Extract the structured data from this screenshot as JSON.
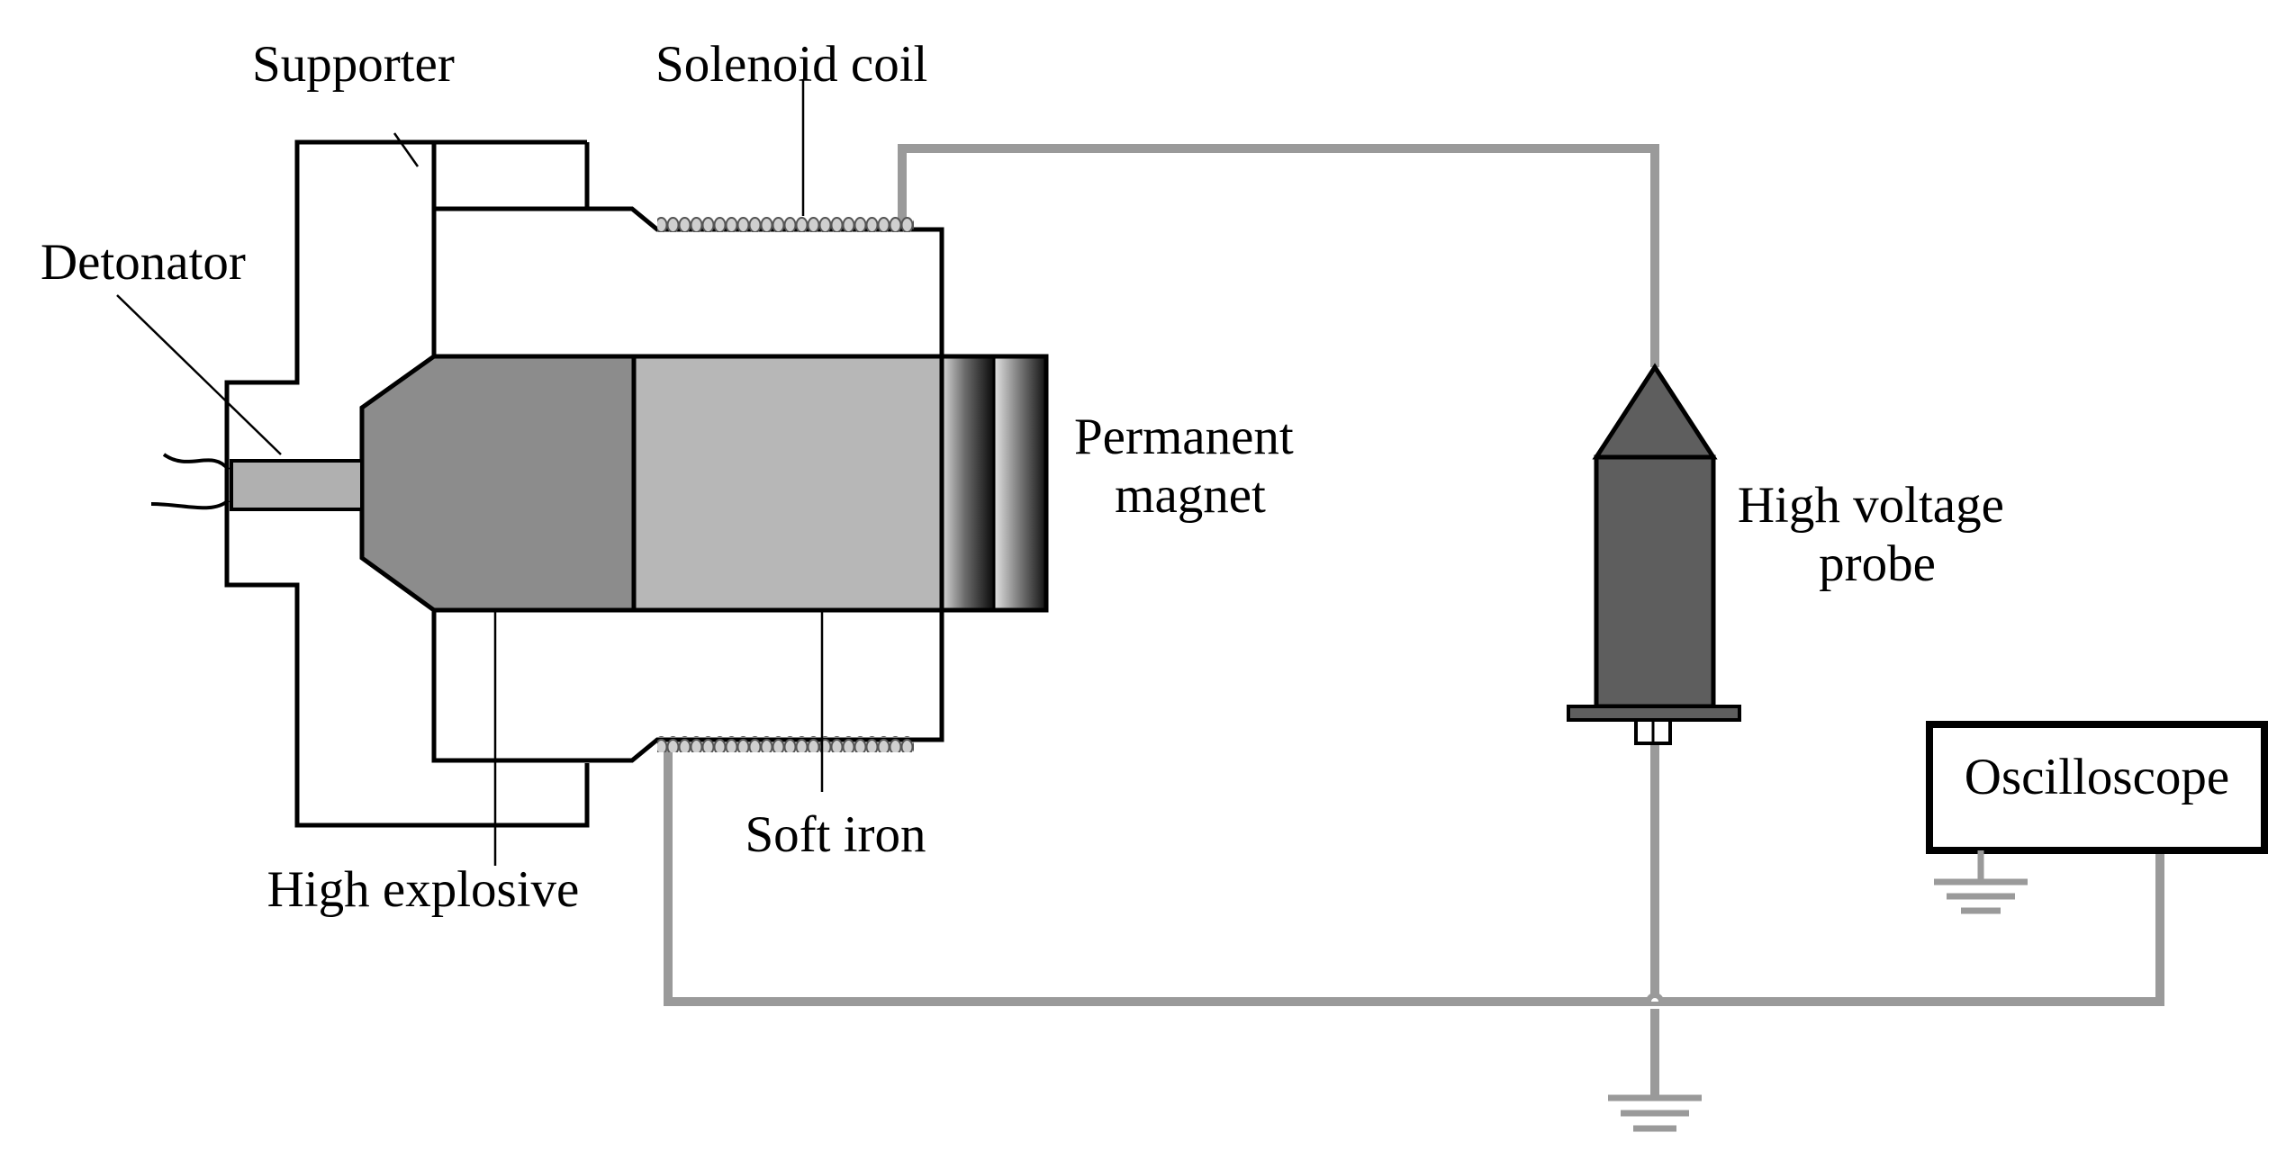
{
  "labels": {
    "supporter": "Supporter",
    "solenoid_coil": "Solenoid coil",
    "detonator": "Detonator",
    "permanent_magnet": [
      "Permanent",
      "magnet"
    ],
    "high_voltage_probe": [
      "High voltage",
      "probe"
    ],
    "oscilloscope": "Oscilloscope",
    "soft_iron": "Soft iron",
    "high_explosive": "High explosive"
  },
  "colors": {
    "outline": "#000000",
    "wire": "#9a9a9a",
    "high_explosive_fill": "#8c8c8c",
    "soft_iron_fill": "#b7b7b7",
    "probe_fill": "#5e5e5e",
    "detonator_fill": "#b0b0b0",
    "coil": "#a0a0a0"
  }
}
